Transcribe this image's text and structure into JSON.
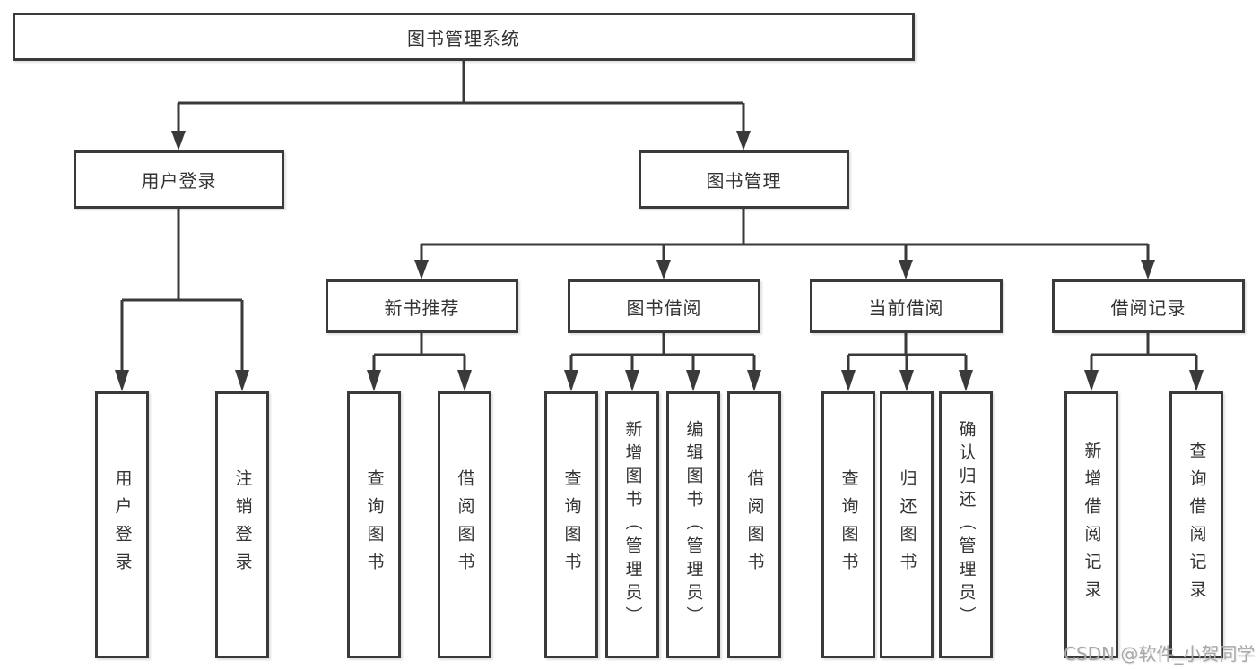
{
  "diagram": {
    "root": "图书管理系统",
    "branches": [
      {
        "label": "用户登录",
        "children": [
          "用户登录",
          "注销登录"
        ]
      },
      {
        "label": "图书管理",
        "groups": [
          {
            "label": "新书推荐",
            "children": [
              "查询图书",
              "借阅图书"
            ]
          },
          {
            "label": "图书借阅",
            "children": [
              "查询图书",
              "新增图书（管理员）",
              "编辑图书（管理员）",
              "借阅图书"
            ]
          },
          {
            "label": "当前借阅",
            "children": [
              "查询图书",
              "归还图书",
              "确认归还（管理员）"
            ]
          },
          {
            "label": "借阅记录",
            "children": [
              "新增借阅记录",
              "查询借阅记录"
            ]
          }
        ]
      }
    ]
  },
  "watermark": {
    "text": "CSDN @软件_小贺同学"
  },
  "colors": {
    "line": "#3a3a3a",
    "text": "#333333",
    "background": "#ffffff",
    "watermark": "#a8a8a8"
  }
}
